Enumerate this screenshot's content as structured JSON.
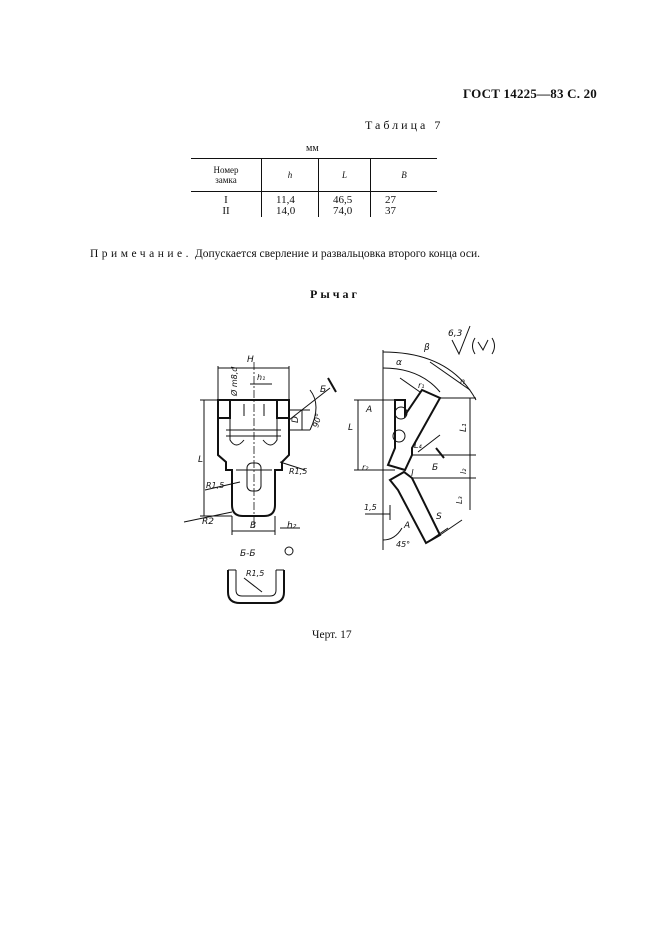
{
  "header": "ГОСТ 14225—83 С. 20",
  "table": {
    "caption": "Таблица 7",
    "units": "мм",
    "headers": {
      "lock_number_line1": "Номер",
      "lock_number_line2": "замка",
      "h": "h",
      "L": "L",
      "B": "B"
    },
    "rows": [
      {
        "num": "I",
        "h": "11,4",
        "L": "46,5",
        "B": "27"
      },
      {
        "num": "II",
        "h": "14,0",
        "L": "74,0",
        "B": "37"
      }
    ]
  },
  "note": {
    "label": "Примечание.",
    "text": " Допускается сверление и развальцовка второго конца оси."
  },
  "section_title": "Рычаг",
  "drawing_labels": {
    "H": "H",
    "h1": "h₁",
    "d_dim": "Ø m8,d",
    "D": "D",
    "angle90": "90°",
    "section_mark": "Б",
    "L_left": "L",
    "R15_right": "R1,5",
    "R15_left": "R1,5",
    "R2": "R2",
    "B": "B",
    "h2": "h₂",
    "section_view": "Б-Б",
    "R15_section": "R1,5",
    "roughness_val": "6,3",
    "alpha": "α",
    "beta": "β",
    "r1": "r₁",
    "n": "n",
    "A_top": "A",
    "L_right": "L",
    "L1": "L₁",
    "L4": "L₄",
    "r2": "r₂",
    "l": "l",
    "l2": "l₂",
    "L3": "L₃",
    "dim15": "1,5",
    "S": "S",
    "A_bottom": "A",
    "angle45": "45°",
    "b_right": "Б"
  },
  "caption": "Черт. 17"
}
